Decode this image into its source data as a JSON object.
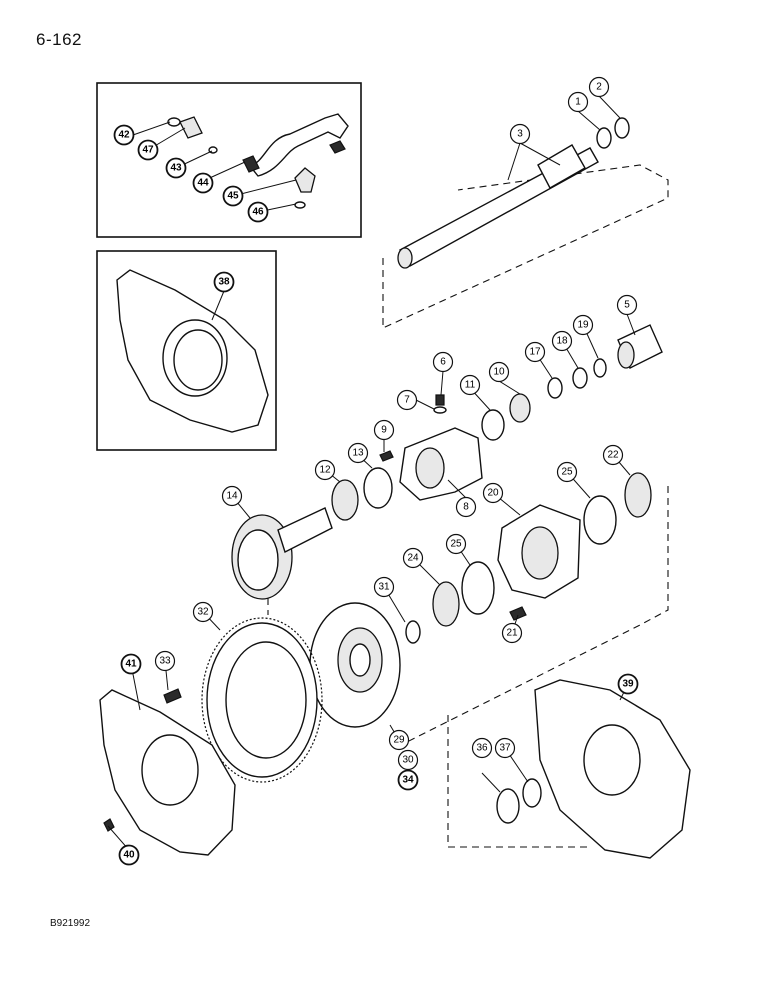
{
  "page": {
    "number": "6-162",
    "figure_id": "B921992"
  },
  "callouts": [
    {
      "label": "1",
      "bold": false
    },
    {
      "label": "2",
      "bold": false
    },
    {
      "label": "3",
      "bold": false
    },
    {
      "label": "5",
      "bold": false
    },
    {
      "label": "6",
      "bold": false
    },
    {
      "label": "7",
      "bold": false
    },
    {
      "label": "8",
      "bold": false
    },
    {
      "label": "9",
      "bold": false
    },
    {
      "label": "10",
      "bold": false
    },
    {
      "label": "11",
      "bold": false
    },
    {
      "label": "12",
      "bold": false
    },
    {
      "label": "13",
      "bold": false
    },
    {
      "label": "14",
      "bold": false
    },
    {
      "label": "17",
      "bold": false
    },
    {
      "label": "18",
      "bold": false
    },
    {
      "label": "19",
      "bold": false
    },
    {
      "label": "20",
      "bold": false
    },
    {
      "label": "21",
      "bold": false
    },
    {
      "label": "22",
      "bold": false
    },
    {
      "label": "24",
      "bold": false
    },
    {
      "label": "25",
      "bold": false
    },
    {
      "label": "25",
      "bold": false
    },
    {
      "label": "29",
      "bold": false
    },
    {
      "label": "30",
      "bold": false
    },
    {
      "label": "31",
      "bold": false
    },
    {
      "label": "32",
      "bold": false
    },
    {
      "label": "33",
      "bold": false
    },
    {
      "label": "34",
      "bold": true
    },
    {
      "label": "36",
      "bold": false
    },
    {
      "label": "37",
      "bold": false
    },
    {
      "label": "38",
      "bold": true
    },
    {
      "label": "39",
      "bold": true
    },
    {
      "label": "40",
      "bold": true
    },
    {
      "label": "41",
      "bold": true
    },
    {
      "label": "42",
      "bold": true
    },
    {
      "label": "43",
      "bold": true
    },
    {
      "label": "44",
      "bold": true
    },
    {
      "label": "45",
      "bold": true
    },
    {
      "label": "46",
      "bold": true
    },
    {
      "label": "47",
      "bold": true
    }
  ]
}
